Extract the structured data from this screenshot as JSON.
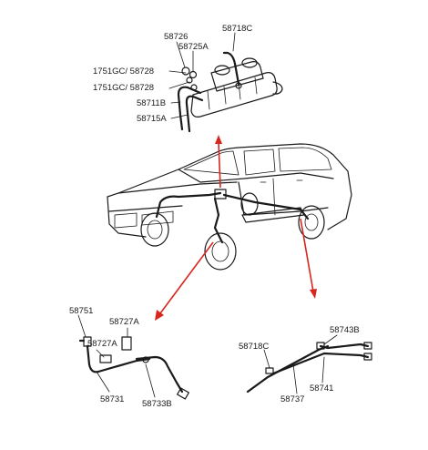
{
  "diagram": {
    "colors": {
      "line": "#1a1a1a",
      "callout_arrow": "#d8261f",
      "background": "#ffffff"
    },
    "labels": {
      "l58726": "58726",
      "l58725A": "58725A",
      "l58718C_top": "58718C",
      "l58728_a": "1751GC/ 58728",
      "l58728_b": "1751GC/ 58728",
      "l58711B": "58711B",
      "l58715A": "58715A",
      "l58751": "58751",
      "l58727A_a": "58727A",
      "l58727A_b": "58727A",
      "l58731": "58731",
      "l58733B": "58733B",
      "l58718C_bottom": "58718C",
      "l58743B": "58743B",
      "l58737": "58737",
      "l58741": "58741"
    }
  }
}
